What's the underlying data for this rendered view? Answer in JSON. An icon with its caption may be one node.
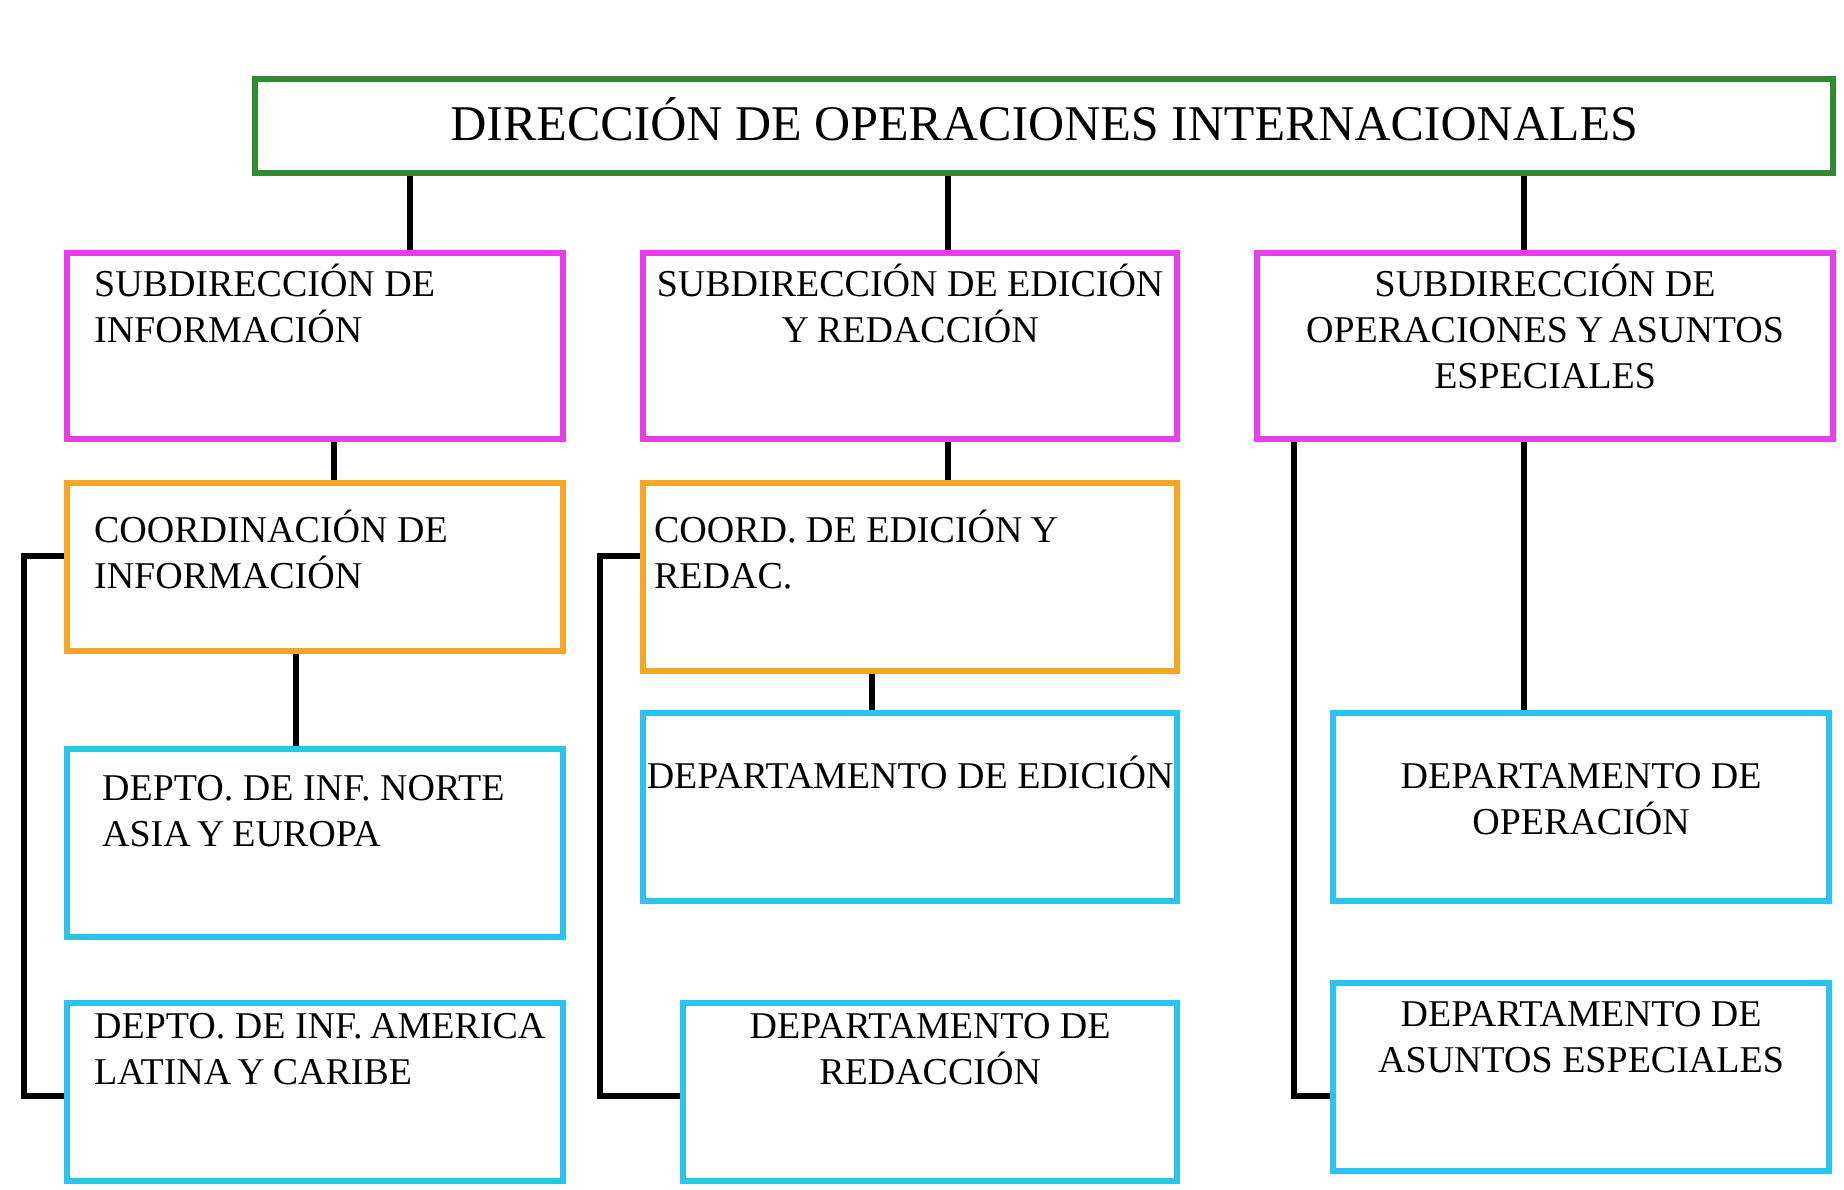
{
  "diagram": {
    "nodes": [
      {
        "text": [
          "DIRECCIÓN DE OPERACIONES INTERNACIONALES"
        ]
      },
      {
        "text": [
          "SUBDIRECCIÓN DE INFORMACIÓN"
        ]
      },
      {
        "text": [
          "SUBDIRECCIÓN DE EDICIÓN Y REDACCIÓN"
        ]
      },
      {
        "text": [
          "SUBDIRECCIÓN DE OPERACIONES Y ASUNTOS ESPECIALES"
        ]
      },
      {
        "text": [
          "COORDINACIÓN DE INFORMACIÓN"
        ]
      },
      {
        "text": [
          "COORD. DE EDICIÓN Y REDAC."
        ]
      },
      {
        "text": [
          "DEPTO. DE INF. NORTE ASIA Y EUROPA"
        ]
      },
      {
        "text": [
          "DEPTO. DE INF. AMERICA LATINA Y CARIBE"
        ]
      },
      {
        "text": [
          "DEPARTAMENTO DE EDICIÓN"
        ]
      },
      {
        "text": [
          "DEPARTAMENTO DE REDACCIÓN"
        ]
      },
      {
        "text": [
          "DEPARTAMENTO DE OPERACIÓN"
        ]
      },
      {
        "text": [
          "DEPARTAMENTO DE ASUNTOS ESPECIALES"
        ]
      }
    ],
    "edges": [
      {
        "from": 0,
        "to": 1,
        "arrow": "none"
      },
      {
        "from": 0,
        "to": 2,
        "arrow": "none"
      },
      {
        "from": 0,
        "to": 3,
        "arrow": "none"
      },
      {
        "from": 1,
        "to": 4,
        "arrow": "none"
      },
      {
        "from": 2,
        "to": 5,
        "arrow": "none"
      },
      {
        "from": 4,
        "to": 6,
        "arrow": "none"
      },
      {
        "from": 4,
        "to": 7,
        "arrow": "none"
      },
      {
        "from": 5,
        "to": 8,
        "arrow": "none"
      },
      {
        "from": 5,
        "to": 9,
        "arrow": "none"
      },
      {
        "from": 3,
        "to": 10,
        "arrow": "none"
      },
      {
        "from": 3,
        "to": 11,
        "arrow": "none"
      }
    ]
  }
}
